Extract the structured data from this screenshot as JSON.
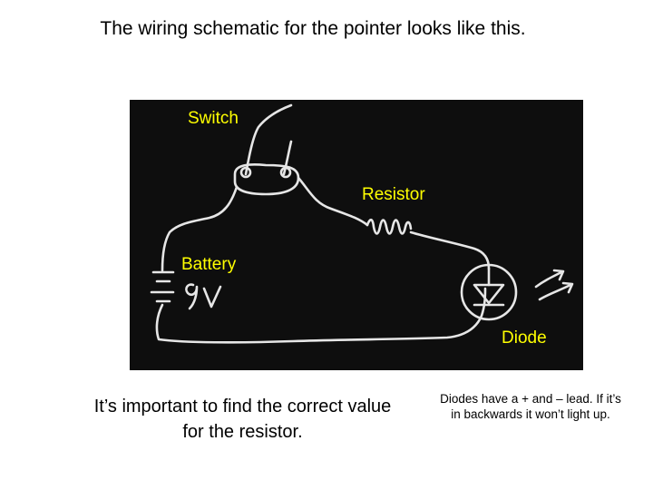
{
  "slide": {
    "title": "The wiring schematic for the pointer looks like this."
  },
  "diagram": {
    "labels": {
      "switch": "Switch",
      "resistor": "Resistor",
      "battery": "Battery",
      "diode": "Diode"
    },
    "handwritten_battery_value": "9V"
  },
  "captions": {
    "resistor_note": "It’s important to find the correct value for the resistor.",
    "diode_note": "Diodes have a + and – lead. If it’s in backwards it won’t light up."
  },
  "colors": {
    "label": "#ffff00",
    "chalk": "#e6e6e6",
    "board": "#0e0e0e"
  }
}
